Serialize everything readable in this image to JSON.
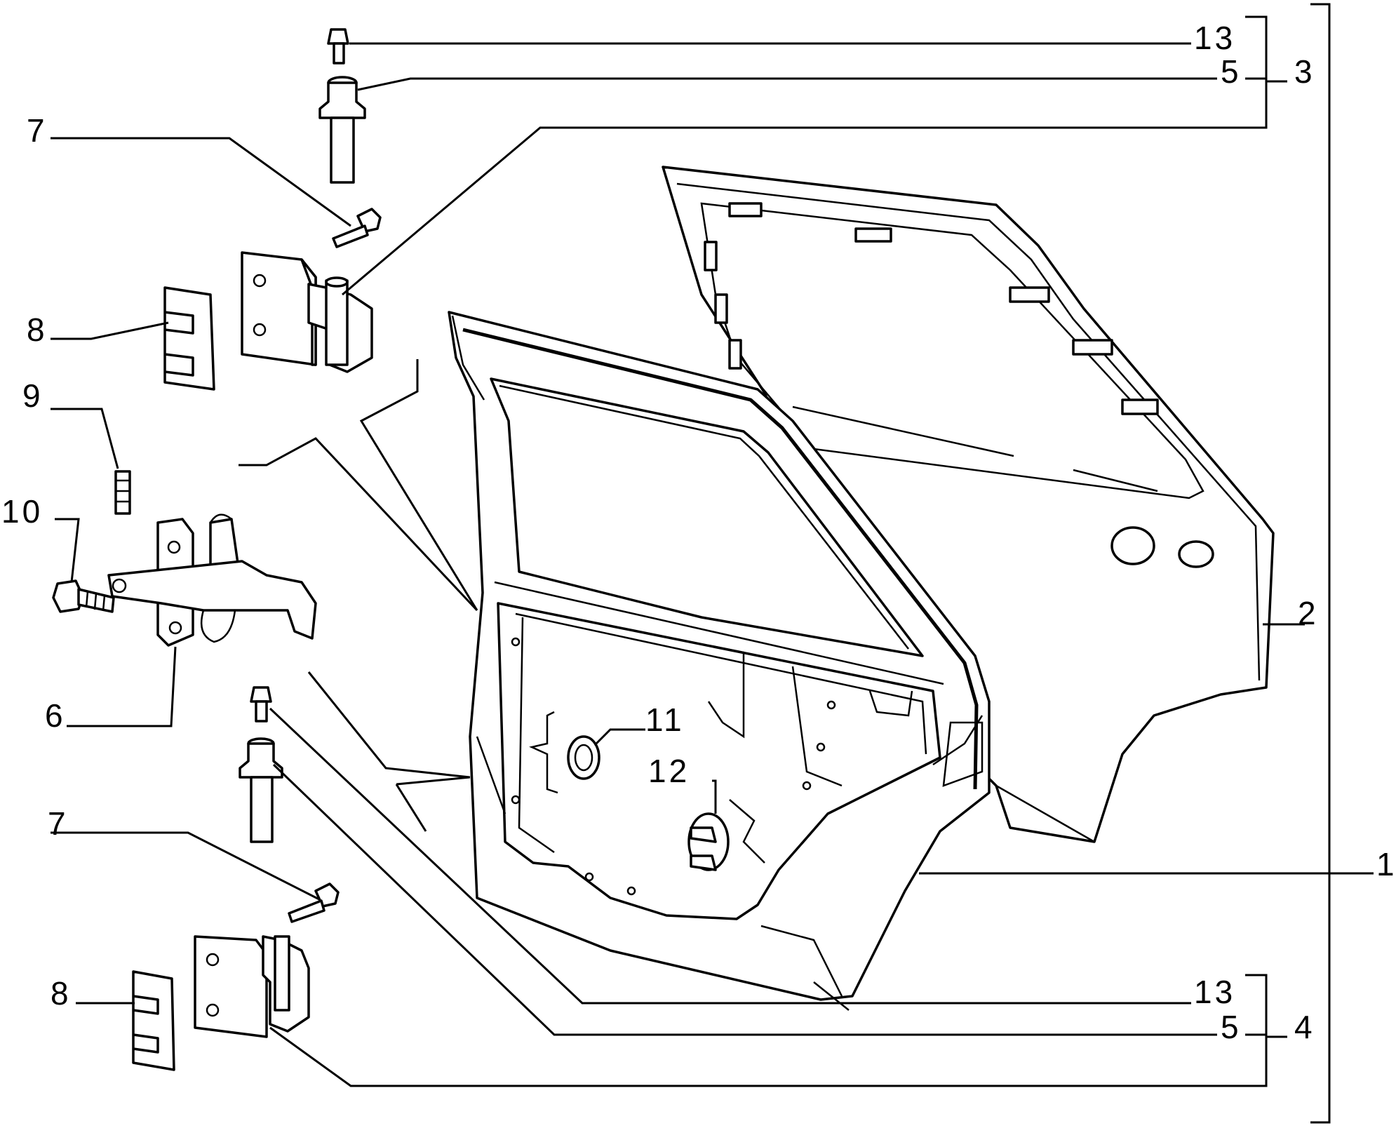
{
  "diagram": {
    "callouts": [
      {
        "id": "c13a",
        "text": "13"
      },
      {
        "id": "c5a",
        "text": "5"
      },
      {
        "id": "c3",
        "text": "3"
      },
      {
        "id": "c7a",
        "text": "7"
      },
      {
        "id": "c8a",
        "text": "8"
      },
      {
        "id": "c9",
        "text": "9"
      },
      {
        "id": "c10",
        "text": "10"
      },
      {
        "id": "c6",
        "text": "6"
      },
      {
        "id": "c11",
        "text": "11"
      },
      {
        "id": "c12",
        "text": "12"
      },
      {
        "id": "c2",
        "text": "2"
      },
      {
        "id": "c1",
        "text": "1"
      },
      {
        "id": "c7b",
        "text": "7"
      },
      {
        "id": "c8b",
        "text": "8"
      },
      {
        "id": "c13b",
        "text": "13"
      },
      {
        "id": "c5b",
        "text": "5"
      },
      {
        "id": "c4",
        "text": "4"
      }
    ]
  }
}
